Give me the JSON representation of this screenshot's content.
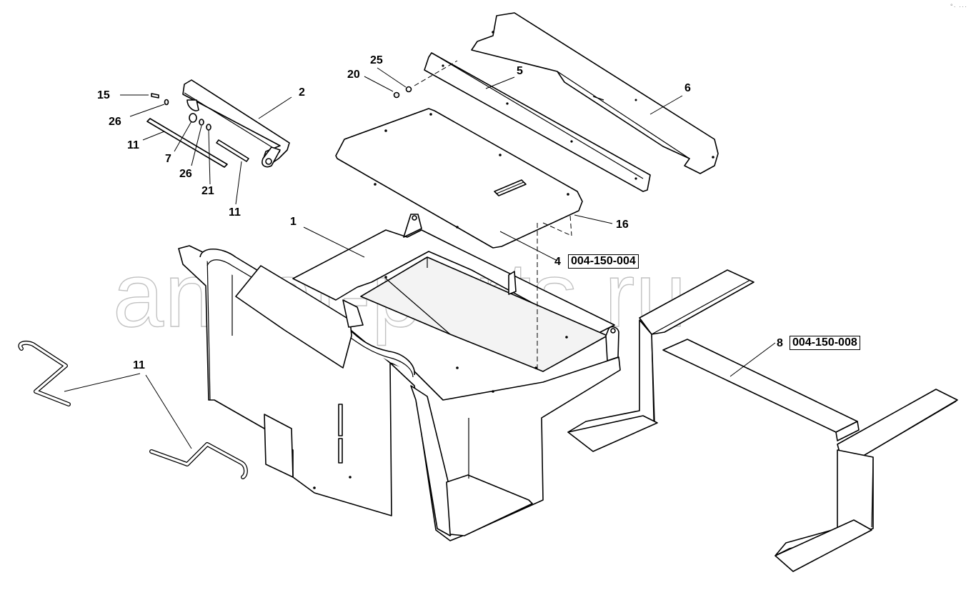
{
  "watermark": {
    "text": "ansat-parts.ru"
  },
  "corner_mark": "°· ···",
  "callouts": {
    "c1": "1",
    "c2": "2",
    "c4": "4",
    "c5": "5",
    "c6": "6",
    "c7": "7",
    "c8": "8",
    "c11a": "11",
    "c11b": "11",
    "c11c": "11",
    "c15": "15",
    "c16": "16",
    "c20": "20",
    "c21": "21",
    "c25": "25",
    "c26a": "26",
    "c26b": "26"
  },
  "refs": {
    "r4": "004-150-004",
    "r8": "004-150-008"
  }
}
